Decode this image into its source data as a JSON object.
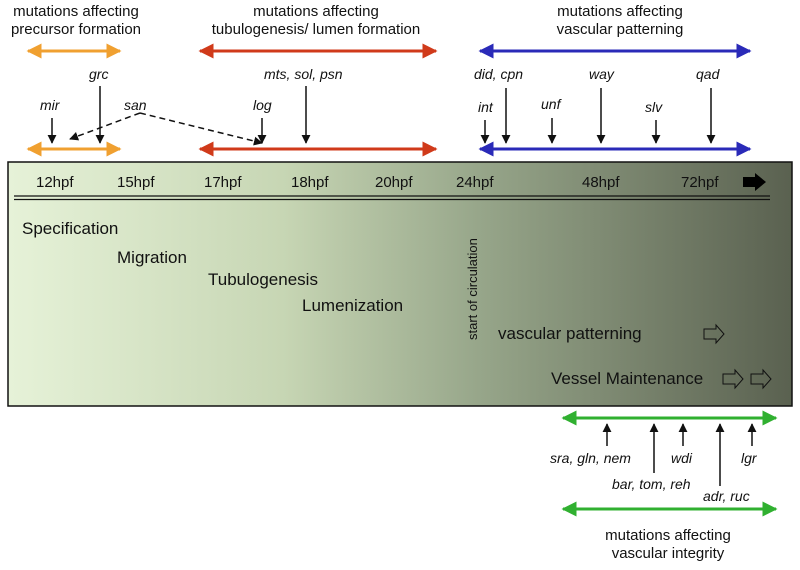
{
  "headers": {
    "precursor": "mutations affecting\nprecursor formation",
    "tubulogenesis": "mutations affecting\ntubulogenesis/ lumen formation",
    "patterning": "mutations affecting\nvascular patterning",
    "integrity": "mutations affecting\nvascular integrity"
  },
  "genes": {
    "grc": "grc",
    "mir": "mir",
    "san": "san",
    "mts_sol_psn": "mts, sol, psn",
    "log": "log",
    "did_cpn": "did, cpn",
    "int": "int",
    "unf": "unf",
    "way": "way",
    "slv": "slv",
    "qad": "qad",
    "sra_gln_nem": "sra, gln, nem",
    "bar_tom_reh": "bar, tom, reh",
    "wdi": "wdi",
    "adr_ruc": "adr, ruc",
    "lgr": "lgr"
  },
  "timepoints": [
    "12hpf",
    "15hpf",
    "17hpf",
    "18hpf",
    "20hpf",
    "24hpf",
    "48hpf",
    "72hpf"
  ],
  "stages": {
    "specification": "Specification",
    "migration": "Migration",
    "tubulogenesis": "Tubulogenesis",
    "lumenization": "Lumenization",
    "circulation": "start of circulation",
    "patterning": "vascular patterning",
    "maintenance": "Vessel Maintenance"
  },
  "colors": {
    "precursor": "#f0a030",
    "tubulogenesis": "#d03a1a",
    "patterning": "#2a2ab8",
    "integrity": "#30b030",
    "gradient_start": "#e6f2d8",
    "gradient_end": "#5a6150"
  }
}
